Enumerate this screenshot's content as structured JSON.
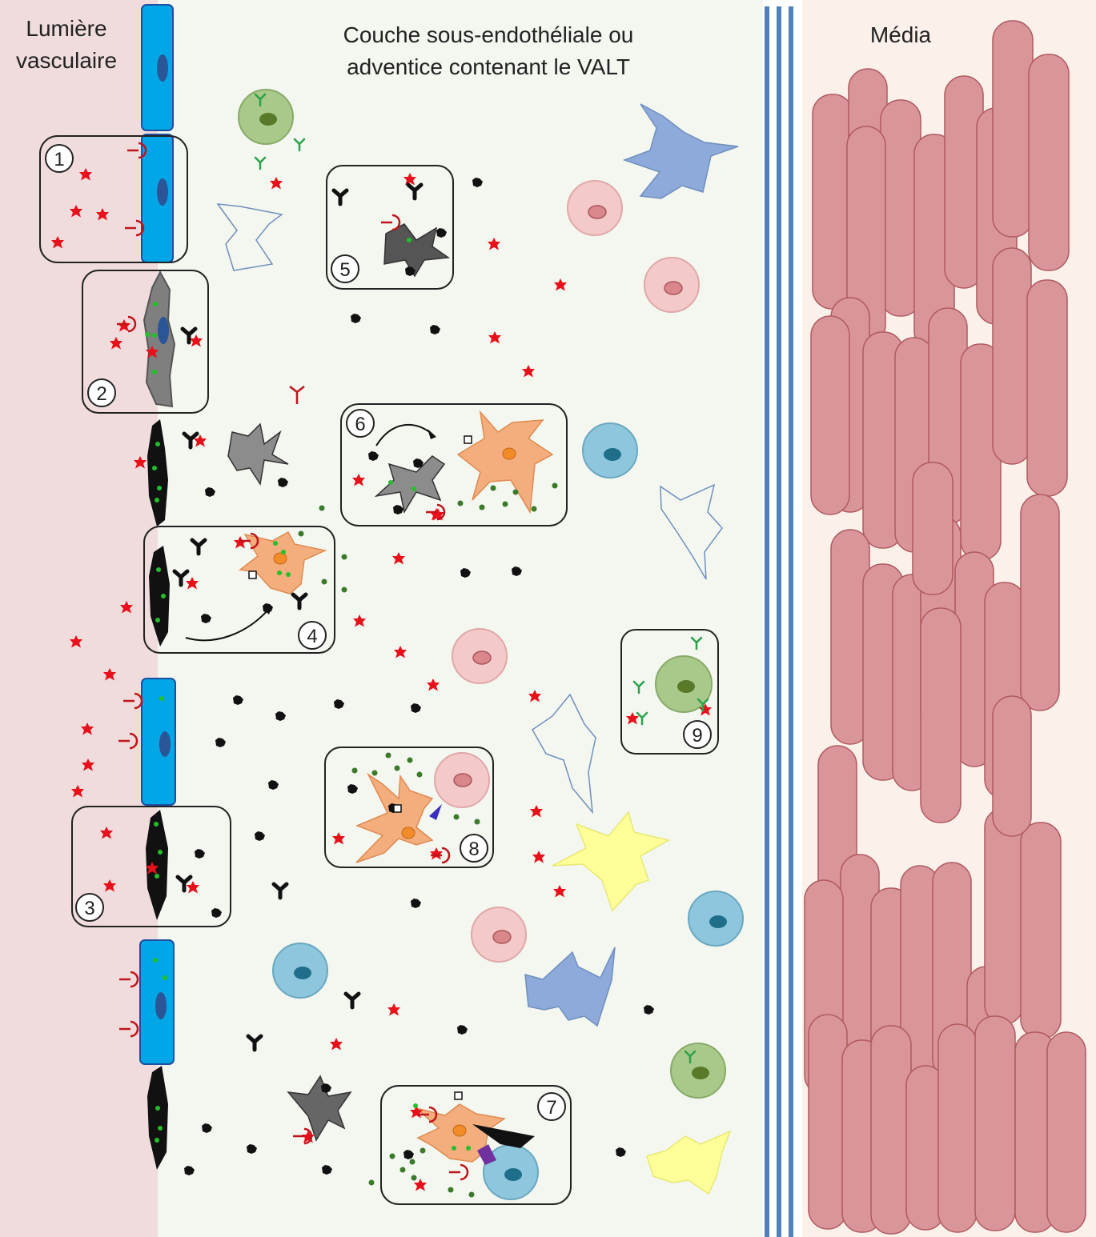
{
  "labels": {
    "lumen": "Lumière\nvasculaire",
    "layer": "Couche sous-endothéliale  ou\nadventice contenant le VALT",
    "media": "Média"
  },
  "steps": [
    "1",
    "2",
    "3",
    "4",
    "5",
    "6",
    "7",
    "8",
    "9"
  ],
  "colors": {
    "lumen_bg": "#f0dcdc",
    "layer_bg": "#f3f7f0",
    "media_bg": "#fbf0ea",
    "endothelial": "#00a6e6",
    "nucleus": "#2a5597",
    "smooth_muscle": "#d9959a",
    "elastic_lamina": "#4f81bd",
    "antigen": "#e8101a",
    "debris": "#111111",
    "green_dot": "#3a7a2a",
    "b_cell": "#a9c98a",
    "plasma_cell": "#f4c9c9",
    "t_cell": "#8dc6dd",
    "dendritic": "#f4ae7d",
    "macrophage_grey": "#9a9a9a"
  }
}
